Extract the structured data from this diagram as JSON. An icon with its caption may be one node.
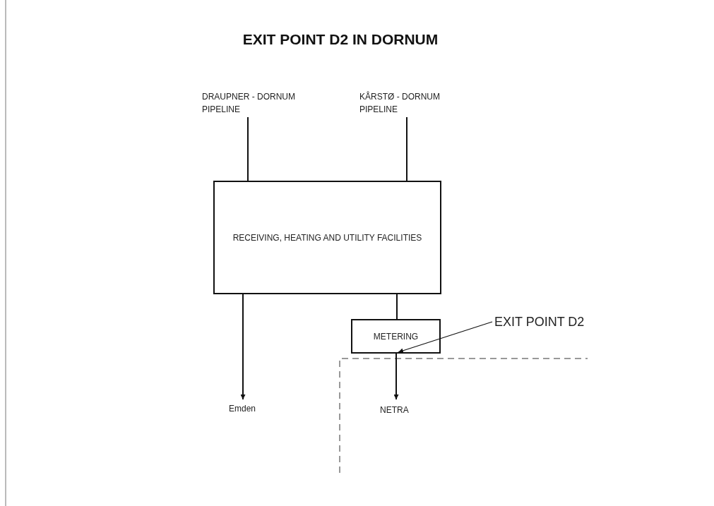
{
  "diagram": {
    "title": "EXIT POINT D2 IN DORNUM",
    "nodes": [
      {
        "text": [
          "DRAUPNER - DORNUM PIPELINE"
        ]
      },
      {
        "text": [
          "KÅRSTØ - DORNUM PIPELINE"
        ]
      },
      {
        "text": [
          "RECEIVING, HEATING AND UTILITY FACILITIES"
        ]
      },
      {
        "text": [
          "METERING"
        ]
      },
      {
        "text": [
          "Emden"
        ]
      },
      {
        "text": [
          "NETRA"
        ]
      },
      {
        "text": [
          "EXIT POINT D2"
        ]
      }
    ],
    "edges": [
      {
        "from": 0,
        "to": 2,
        "arrow": "none"
      },
      {
        "from": 1,
        "to": 2,
        "arrow": "none"
      },
      {
        "from": 2,
        "to": 3,
        "arrow": "none"
      },
      {
        "from": 2,
        "to": 4,
        "arrow": "to"
      },
      {
        "from": 3,
        "to": 5,
        "arrow": "to"
      },
      {
        "from": 6,
        "to": 3,
        "arrow": "to"
      }
    ]
  }
}
